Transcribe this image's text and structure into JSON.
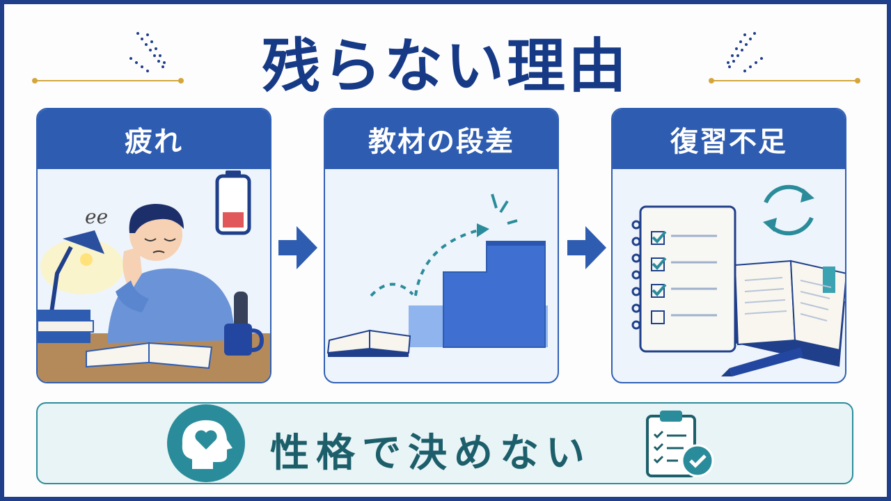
{
  "title": "残らない理由",
  "cards": [
    {
      "heading": "疲れ",
      "icons": [
        "tired-student-illustration",
        "battery-low-icon",
        "desk-lamp-icon",
        "coffee-mug-icon"
      ]
    },
    {
      "heading": "教材の段差",
      "icons": [
        "book-icon",
        "stair-steps-icon",
        "jump-arrow-icon"
      ]
    },
    {
      "heading": "復習不足",
      "icons": [
        "checklist-notebook-icon",
        "refresh-cycle-icon",
        "open-book-icon",
        "pen-icon"
      ]
    }
  ],
  "banner": {
    "text": "性格で決めない",
    "icons": [
      "head-heart-icon",
      "clipboard-check-icon"
    ]
  },
  "colors": {
    "primary": "#2e5cb0",
    "title": "#173a86",
    "teal": "#2a8c9a",
    "gold": "#d4a63a"
  }
}
